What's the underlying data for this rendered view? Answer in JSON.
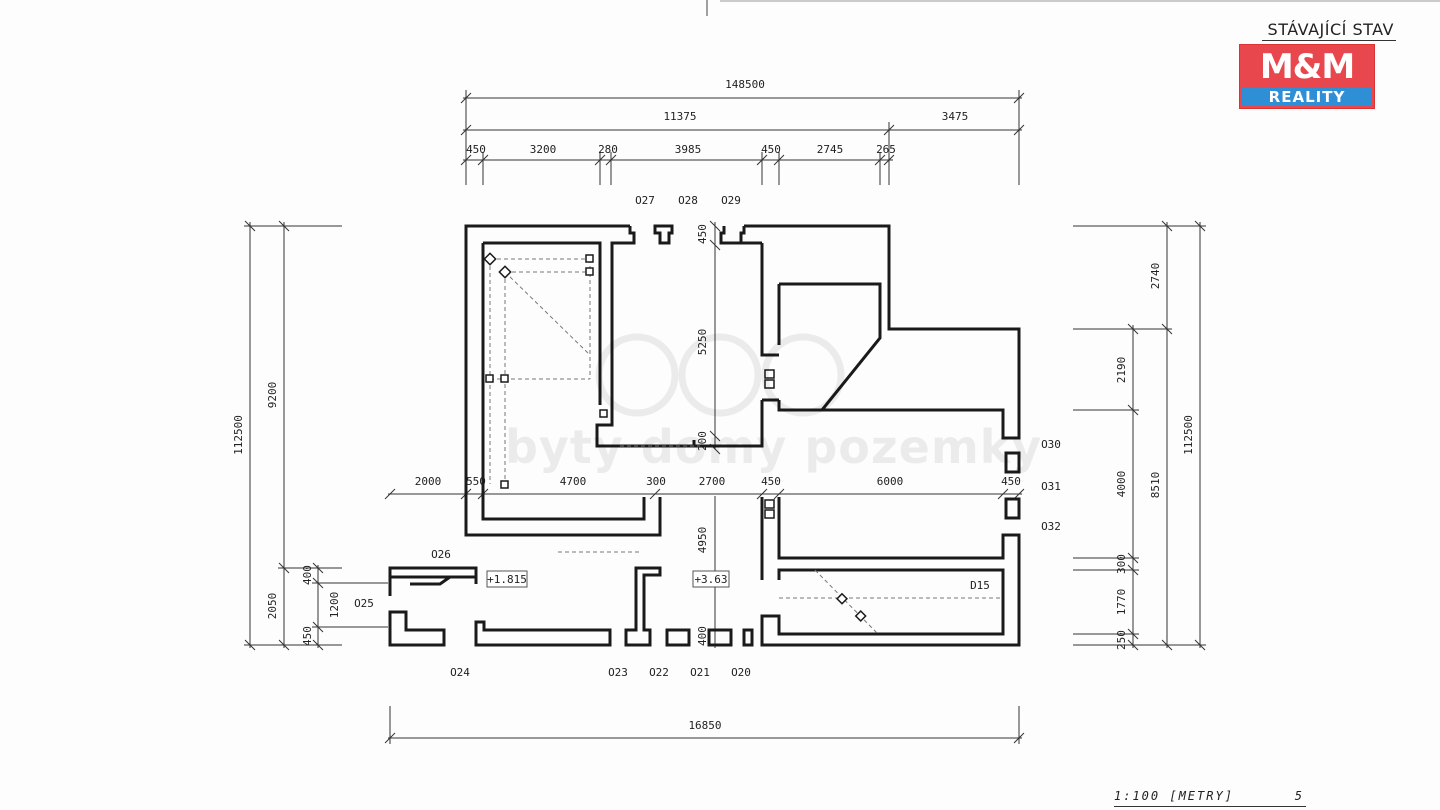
{
  "header": {
    "title": "STÁVAJÍCÍ STAV"
  },
  "logo": {
    "mark": "M&M",
    "sub": "REALITY",
    "colors": {
      "red": "#e8474d",
      "blue": "#2f8fd6"
    }
  },
  "watermark": {
    "text": "byty domy pozemky"
  },
  "footer": {
    "scale": "1:100 [METRY]",
    "page": "5"
  },
  "dimensions": {
    "top_total": "148500",
    "top_left": "11375",
    "top_right": "3475",
    "top_row": [
      "450",
      "3200",
      "280",
      "3985",
      "450",
      "2745",
      "265"
    ],
    "mid_row": [
      "2000",
      "550",
      "4700",
      "300",
      "2700",
      "450",
      "6000",
      "450"
    ],
    "bottom_total": "16850",
    "left_total": "112500",
    "left_upper": "9200",
    "left_lower": "2050",
    "left_small": [
      "400",
      "1200",
      "450"
    ],
    "right_total": "112500",
    "right_mid": "8510",
    "right_stack": [
      "2740",
      "2190",
      "4000",
      "300",
      "1770",
      "250"
    ],
    "inner": [
      "450",
      "5250",
      "200",
      "4950",
      "400"
    ]
  },
  "openings": {
    "top": [
      "O27",
      "O28",
      "O29"
    ],
    "right": [
      "O30",
      "O31",
      "O32"
    ],
    "bottom": [
      "O24",
      "O23",
      "O22",
      "O21",
      "O20"
    ],
    "left": [
      "O26",
      "O25"
    ],
    "door": "D15"
  },
  "levels": [
    "+1.815",
    "+3.63"
  ]
}
